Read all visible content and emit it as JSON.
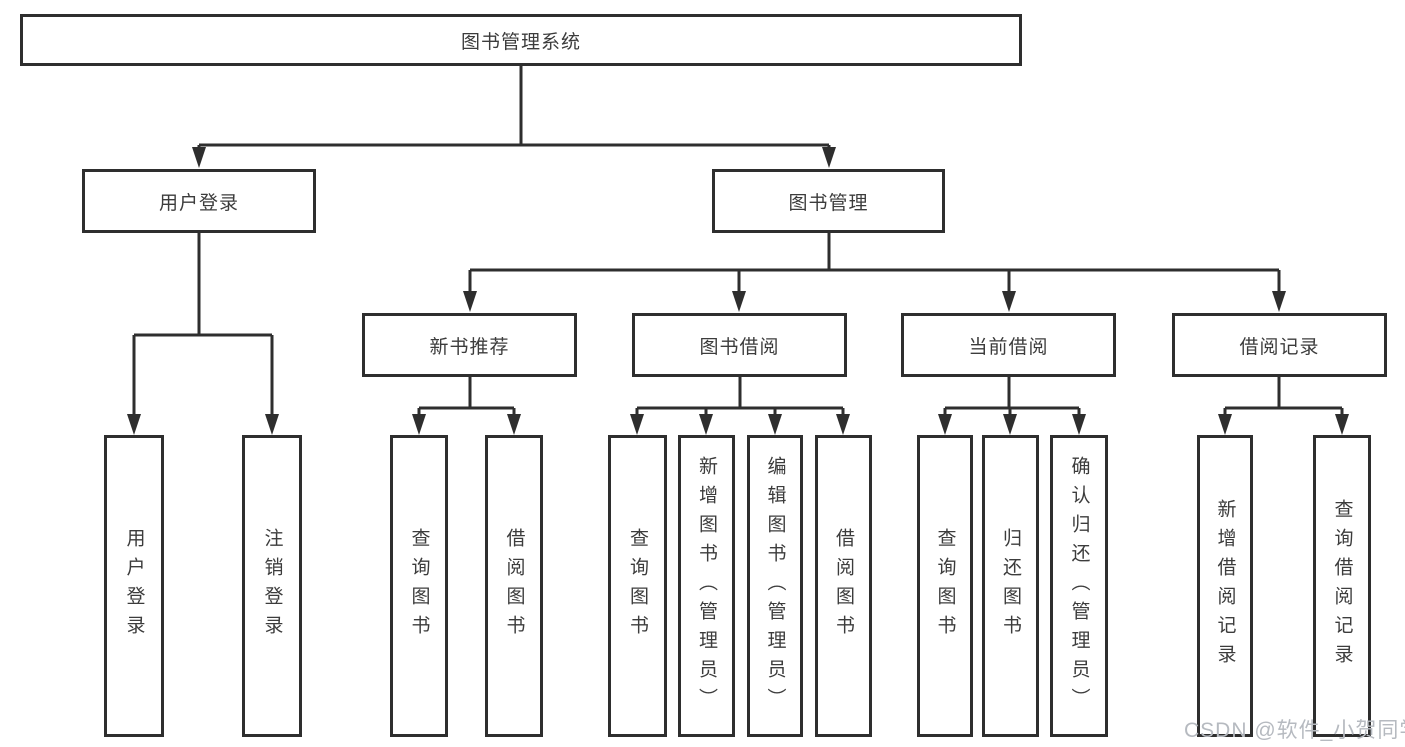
{
  "diagram_type": "hierarchy-tree",
  "nodes": {
    "root": {
      "label": "图书管理系统"
    },
    "user_login": {
      "label": "用户登录"
    },
    "book_mgmt": {
      "label": "图书管理"
    },
    "new_books": {
      "label": "新书推荐"
    },
    "book_borrow": {
      "label": "图书借阅"
    },
    "current_borrow": {
      "label": "当前借阅"
    },
    "borrow_records": {
      "label": "借阅记录"
    },
    "leaf_user_login": {
      "label": "用户登录"
    },
    "leaf_logout": {
      "label": "注销登录"
    },
    "leaf_nb_query": {
      "label": "查询图书"
    },
    "leaf_nb_borrow": {
      "label": "借阅图书"
    },
    "leaf_bb_query": {
      "label": "查询图书"
    },
    "leaf_bb_add": {
      "label": "新增图书（管理员）"
    },
    "leaf_bb_edit": {
      "label": "编辑图书（管理员）"
    },
    "leaf_bb_borrow": {
      "label": "借阅图书"
    },
    "leaf_cb_query": {
      "label": "查询图书"
    },
    "leaf_cb_return": {
      "label": "归还图书"
    },
    "leaf_cb_confirm": {
      "label": "确认归还（管理员）"
    },
    "leaf_br_add": {
      "label": "新增借阅记录"
    },
    "leaf_br_query": {
      "label": "查询借阅记录"
    }
  },
  "hierarchy": {
    "root": [
      "user_login",
      "book_mgmt"
    ],
    "user_login": [
      "leaf_user_login",
      "leaf_logout"
    ],
    "book_mgmt": [
      "new_books",
      "book_borrow",
      "current_borrow",
      "borrow_records"
    ],
    "new_books": [
      "leaf_nb_query",
      "leaf_nb_borrow"
    ],
    "book_borrow": [
      "leaf_bb_query",
      "leaf_bb_add",
      "leaf_bb_edit",
      "leaf_bb_borrow"
    ],
    "current_borrow": [
      "leaf_cb_query",
      "leaf_cb_return",
      "leaf_cb_confirm"
    ],
    "borrow_records": [
      "leaf_br_add",
      "leaf_br_query"
    ]
  },
  "watermark": "CSDN @软件_小贺同学",
  "colors": {
    "line": "#2e2e2e",
    "box_border": "#2e2e2e",
    "box_fill": "#ffffff",
    "text": "#3c3c3c",
    "watermark": "#b6bac0"
  }
}
